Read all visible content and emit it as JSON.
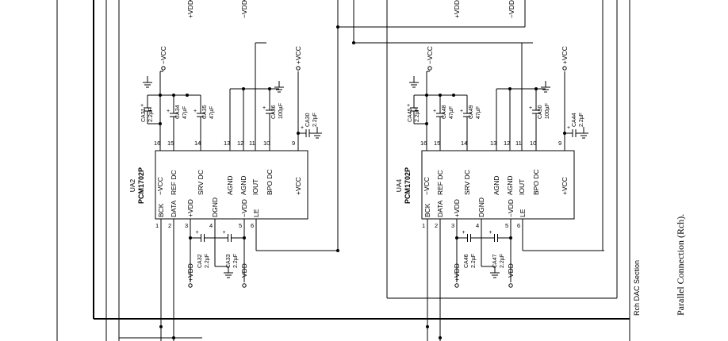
{
  "figure": {
    "caption": "Parallel Connection (Rch).",
    "section_label": "Rch DAC Section"
  },
  "rails": {
    "vdd": "+VDD",
    "neg_vdd": "−VDD",
    "vcc": "+VCC",
    "neg_vcc": "−VCC"
  },
  "chips": [
    {
      "ref": "UA2",
      "part": "PCM1702P",
      "left_pins": [
        {
          "num": "1",
          "name": "BCK"
        },
        {
          "num": "2",
          "name": "DATA"
        },
        {
          "num": "3",
          "name": "+VDD"
        },
        {
          "num": "4",
          "name": "DGND"
        },
        {
          "num": "5",
          "name": "−VDD"
        },
        {
          "num": "6",
          "name": "LE"
        }
      ],
      "right_pins": [
        {
          "num": "16",
          "name": "−VCC"
        },
        {
          "num": "15",
          "name": "REF DC"
        },
        {
          "num": "14",
          "name": "SRV DC"
        },
        {
          "num": "13",
          "name": "AGND"
        },
        {
          "num": "12",
          "name": "AGND"
        },
        {
          "num": "11",
          "name": "IOUT"
        },
        {
          "num": "10",
          "name": "BPO DC"
        },
        {
          "num": "9",
          "name": "+VCC"
        }
      ],
      "caps": {
        "c_negvcc": {
          "ref": "CA31",
          "value": "2.2µF"
        },
        "c_ref": {
          "ref": "CA34",
          "value": "47µF"
        },
        "c_srv": {
          "ref": "CA35",
          "value": "47µF"
        },
        "c_bpo": {
          "ref": "CA36",
          "value": "100µF"
        },
        "c_vcc": {
          "ref": "CA30",
          "value": "2.2µF"
        },
        "c_vdd": {
          "ref": "CA32",
          "value": "2.2µF"
        },
        "c_negvdd": {
          "ref": "CA33",
          "value": "2.2µF"
        }
      }
    },
    {
      "ref": "UA4",
      "part": "PCM1702P",
      "left_pins": [
        {
          "num": "1",
          "name": "BCK"
        },
        {
          "num": "2",
          "name": "DATA"
        },
        {
          "num": "3",
          "name": "+VDD"
        },
        {
          "num": "4",
          "name": "DGND"
        },
        {
          "num": "5",
          "name": "−VDD"
        },
        {
          "num": "6",
          "name": "LE"
        }
      ],
      "right_pins": [
        {
          "num": "16",
          "name": "−VCC"
        },
        {
          "num": "15",
          "name": "REF DC"
        },
        {
          "num": "14",
          "name": "SRV DC"
        },
        {
          "num": "13",
          "name": "AGND"
        },
        {
          "num": "12",
          "name": "AGND"
        },
        {
          "num": "11",
          "name": "IOUT"
        },
        {
          "num": "10",
          "name": "BPO DC"
        },
        {
          "num": "9",
          "name": "+VCC"
        }
      ],
      "caps": {
        "c_negvcc": {
          "ref": "CA45",
          "value": "2.2µF"
        },
        "c_ref": {
          "ref": "CA48",
          "value": "47µF"
        },
        "c_srv": {
          "ref": "CA49",
          "value": "47µF"
        },
        "c_bpo": {
          "ref": "CA50",
          "value": "100µF"
        },
        "c_vcc": {
          "ref": "CA44",
          "value": "2.2µF"
        },
        "c_vdd": {
          "ref": "CA46",
          "value": "2.2µF"
        },
        "c_negvdd": {
          "ref": "CA47",
          "value": "2.2µF"
        }
      }
    }
  ]
}
